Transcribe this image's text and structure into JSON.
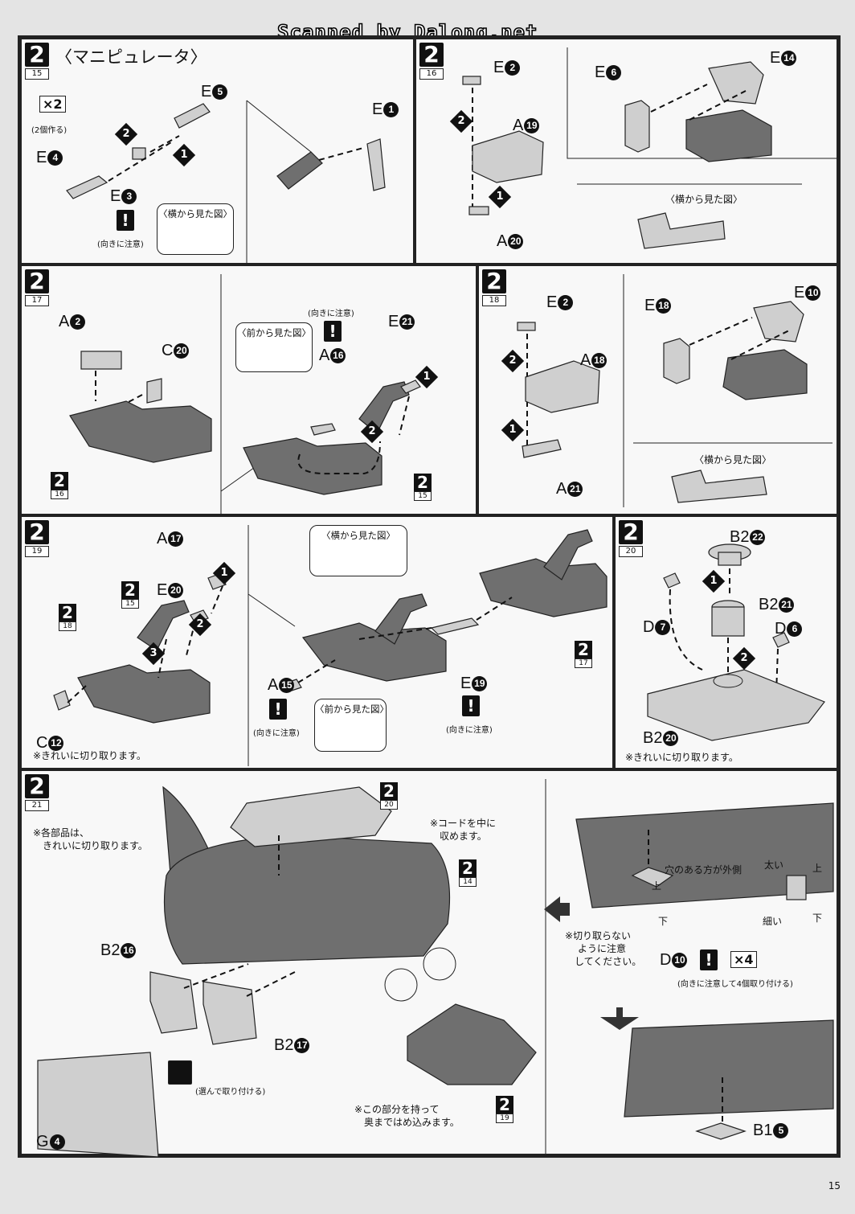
{
  "header": {
    "watermark": "Scanned by Dalong.net"
  },
  "footer": {
    "page_number": "15"
  },
  "panels": {
    "p15": {
      "step": "2",
      "sub": "15",
      "title": "〈マニピュレータ〉",
      "qty": "×2",
      "qty_note": "(2個作る)",
      "labels": {
        "e5": "E",
        "e5n": "5",
        "e4": "E",
        "e4n": "4",
        "e3": "E",
        "e3n": "3",
        "e1": "E",
        "e1n": "1"
      },
      "warn_note": "(向きに注意)",
      "side_view": "〈横から見た図〉"
    },
    "p16": {
      "step": "2",
      "sub": "16",
      "labels": {
        "e2": "E",
        "e2n": "2",
        "a19": "A",
        "a19n": "19",
        "a20": "A",
        "a20n": "20",
        "e6": "E",
        "e6n": "6",
        "e14": "E",
        "e14n": "14"
      },
      "side_view": "〈横から見た図〉"
    },
    "p17": {
      "step": "2",
      "sub": "17",
      "labels": {
        "a2": "A",
        "a2n": "2",
        "c20": "C",
        "c20n": "20",
        "a16": "A",
        "a16n": "16",
        "e21": "E",
        "e21n": "21"
      },
      "ref1_step": "2",
      "ref1_sub": "16",
      "ref2_step": "2",
      "ref2_sub": "15",
      "front_view": "〈前から見た図〉",
      "warn_note": "(向きに注意)"
    },
    "p18": {
      "step": "2",
      "sub": "18",
      "labels": {
        "e2": "E",
        "e2n": "2",
        "a18": "A",
        "a18n": "18",
        "a21": "A",
        "a21n": "21",
        "e18": "E",
        "e18n": "18",
        "e10": "E",
        "e10n": "10"
      },
      "side_view": "〈横から見た図〉"
    },
    "p19": {
      "step": "2",
      "sub": "19",
      "labels": {
        "a17": "A",
        "a17n": "17",
        "e20": "E",
        "e20n": "20",
        "c12": "C",
        "c12n": "12",
        "a15": "A",
        "a15n": "15",
        "e19": "E",
        "e19n": "19"
      },
      "ref1_step": "2",
      "ref1_sub": "15",
      "ref2_step": "2",
      "ref2_sub": "18",
      "ref3_step": "2",
      "ref3_sub": "17",
      "cut_note": "※きれいに切り取ります。",
      "side_view": "〈横から見た図〉",
      "front_view": "〈前から見た図〉",
      "warn_note_a": "(向きに注意)",
      "warn_note_b": "(向きに注意)"
    },
    "p20": {
      "step": "2",
      "sub": "20",
      "labels": {
        "b222": "B2",
        "b222n": "22",
        "b221": "B2",
        "b221n": "21",
        "d7": "D",
        "d7n": "7",
        "d6": "D",
        "d6n": "6",
        "b220": "B2",
        "b220n": "20"
      },
      "cut_note": "※きれいに切り取ります。"
    },
    "p21": {
      "step": "2",
      "sub": "21",
      "cut_note_1": "※各部品は、",
      "cut_note_2": "きれいに切り取ります。",
      "cord_note_1": "※コードを中に",
      "cord_note_2": "収めます。",
      "push_note_1": "※この部分を持って",
      "push_note_2": "奥まではめ込みます。",
      "choose_note": "(選んで取り付ける)",
      "labels": {
        "b216": "B2",
        "b216n": "16",
        "b217": "B2",
        "b217n": "17",
        "g4": "G",
        "g4n": "4",
        "d10": "D",
        "d10n": "10",
        "b15": "B1",
        "b15n": "5"
      },
      "ref_a_step": "2",
      "ref_a_sub": "20",
      "ref_b_step": "2",
      "ref_b_sub": "14",
      "ref_c_step": "2",
      "ref_c_sub": "19",
      "hole_note": "穴のある方が外側",
      "top": "上",
      "bottom": "下",
      "thick": "太い",
      "thin": "細い",
      "top2": "上",
      "bottom2": "下",
      "nocut_1": "※切り取らない",
      "nocut_2": "ように注意",
      "nocut_3": "してください。",
      "qty": "×4",
      "attach_note": "(向きに注意して4個取り付ける)"
    }
  }
}
